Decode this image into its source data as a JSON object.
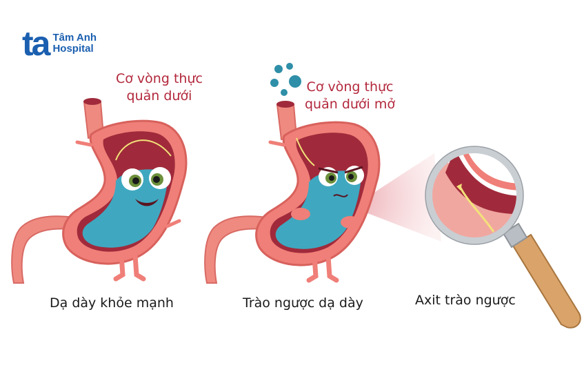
{
  "logo": {
    "mark": "ta",
    "line1": "Tâm Anh",
    "line2": "Hospital"
  },
  "labels": {
    "healthy_sphincter_1": "Cơ vòng thực",
    "healthy_sphincter_2": "quản dưới",
    "open_sphincter_1": "Cơ vòng thực",
    "open_sphincter_2": "quản dưới mở"
  },
  "captions": {
    "healthy": "Dạ dày khỏe mạnh",
    "reflux": "Trào ngược dạ dày",
    "acid": "Axit trào ngược"
  },
  "colors": {
    "brand": "#1b5fb0",
    "label": "#b2273b",
    "stomach_wall": "#ef7f78",
    "stomach_inner": "#a02a3b",
    "acid": "#3fa8c0",
    "bubble": "#2f8fa8",
    "magnifier_handle": "#d9a36a"
  }
}
